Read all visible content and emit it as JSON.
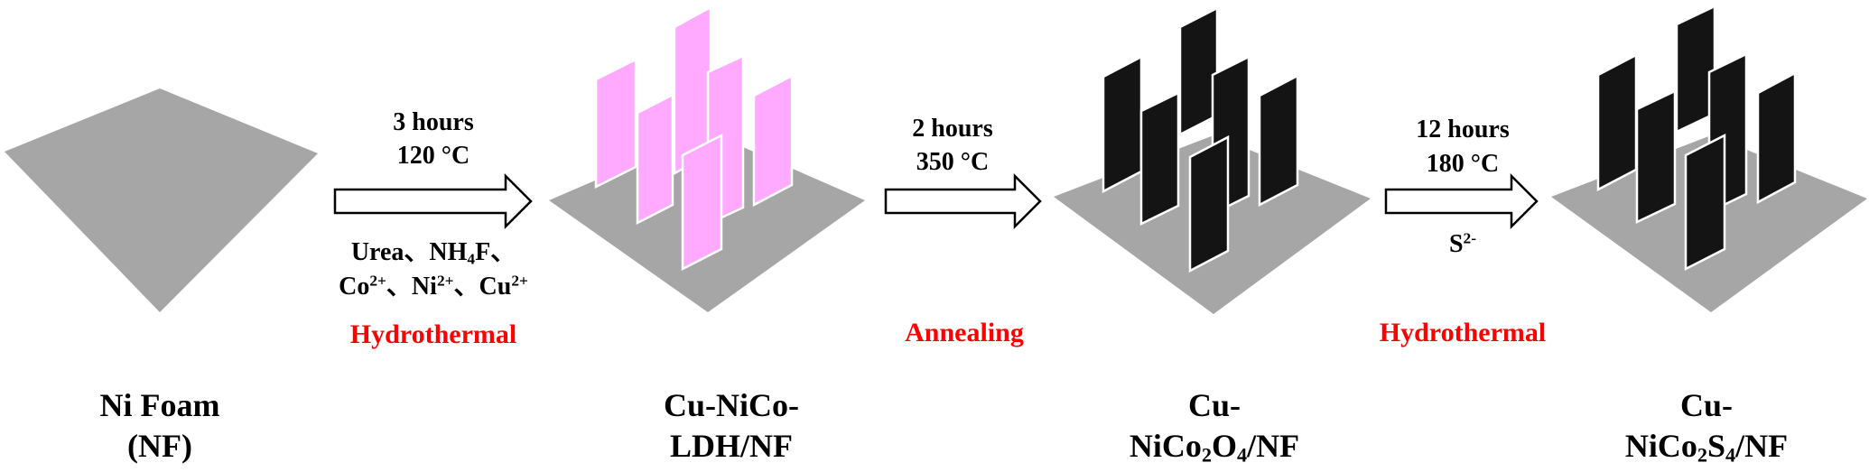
{
  "stages": [
    {
      "id": "nf",
      "label_line1": "Ni Foam",
      "label_line2": "(NF)"
    },
    {
      "id": "ldh",
      "label_line1": "Cu-NiCo-",
      "label_line2": "LDH/NF"
    },
    {
      "id": "oxide",
      "label_line1": "Cu-",
      "label_pre": "NiCo",
      "label_sub1": "2",
      "label_mid": "O",
      "label_sub2": "4",
      "label_post": "/NF"
    },
    {
      "id": "sulfide",
      "label_line1": "Cu-",
      "label_pre": "NiCo",
      "label_sub1": "2",
      "label_mid": "S",
      "label_sub2": "4",
      "label_post": "/NF"
    }
  ],
  "steps": [
    {
      "time": "3 hours",
      "temperature": "120 °C",
      "reagents_line1_a": "Urea、NH",
      "reagents_line1_sub": "4",
      "reagents_line1_b": "F、",
      "reagents_co": "Co",
      "reagents_co_sup": "2+",
      "reagents_ni": "、Ni",
      "reagents_ni_sup": "2+",
      "reagents_cu": "、Cu",
      "reagents_cu_sup": "2+",
      "method": "Hydrothermal"
    },
    {
      "time": "2 hours",
      "temperature": "350 °C",
      "method": "Annealing"
    },
    {
      "time": "12 hours",
      "temperature": "180 °C",
      "reagent": "S",
      "reagent_sup": "2-",
      "method": "Hydrothermal"
    }
  ],
  "colors": {
    "foam": "#a6a6a6",
    "ldh_sheet": "#ffaaff",
    "dark_sheet": "#141414",
    "method_text": "#ff0000"
  }
}
